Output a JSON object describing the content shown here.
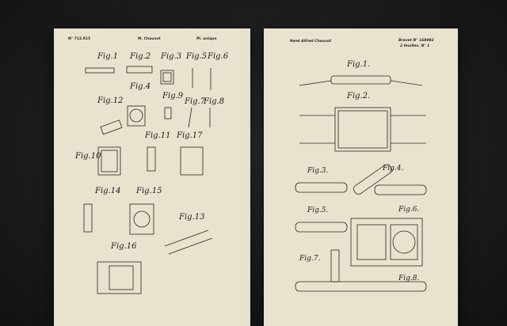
{
  "left_sheet": {
    "header": {
      "number": "N° 712.915",
      "name": "M. Chauvot",
      "plate": "Pl. unique"
    },
    "figures": [
      "Fig.1",
      "Fig.2",
      "Fig.3",
      "Fig.5",
      "Fig.6",
      "Fig.4",
      "Fig.12",
      "Fig.9",
      "Fig.7",
      "Fig.8",
      "Fig.10",
      "Fig.11",
      "Fig.17",
      "Fig.14",
      "Fig.15",
      "Fig.13",
      "Fig.16"
    ]
  },
  "right_sheet": {
    "header": {
      "name": "René Alfred Chauvot",
      "patent": "Brevet N° 168982",
      "sheets": "2 feuilles. N° 1"
    },
    "figures": [
      "Fig.1.",
      "Fig.2.",
      "Fig.3.",
      "Fig.4.",
      "Fig.5.",
      "Fig.6.",
      "Fig.7.",
      "Fig.8."
    ]
  }
}
